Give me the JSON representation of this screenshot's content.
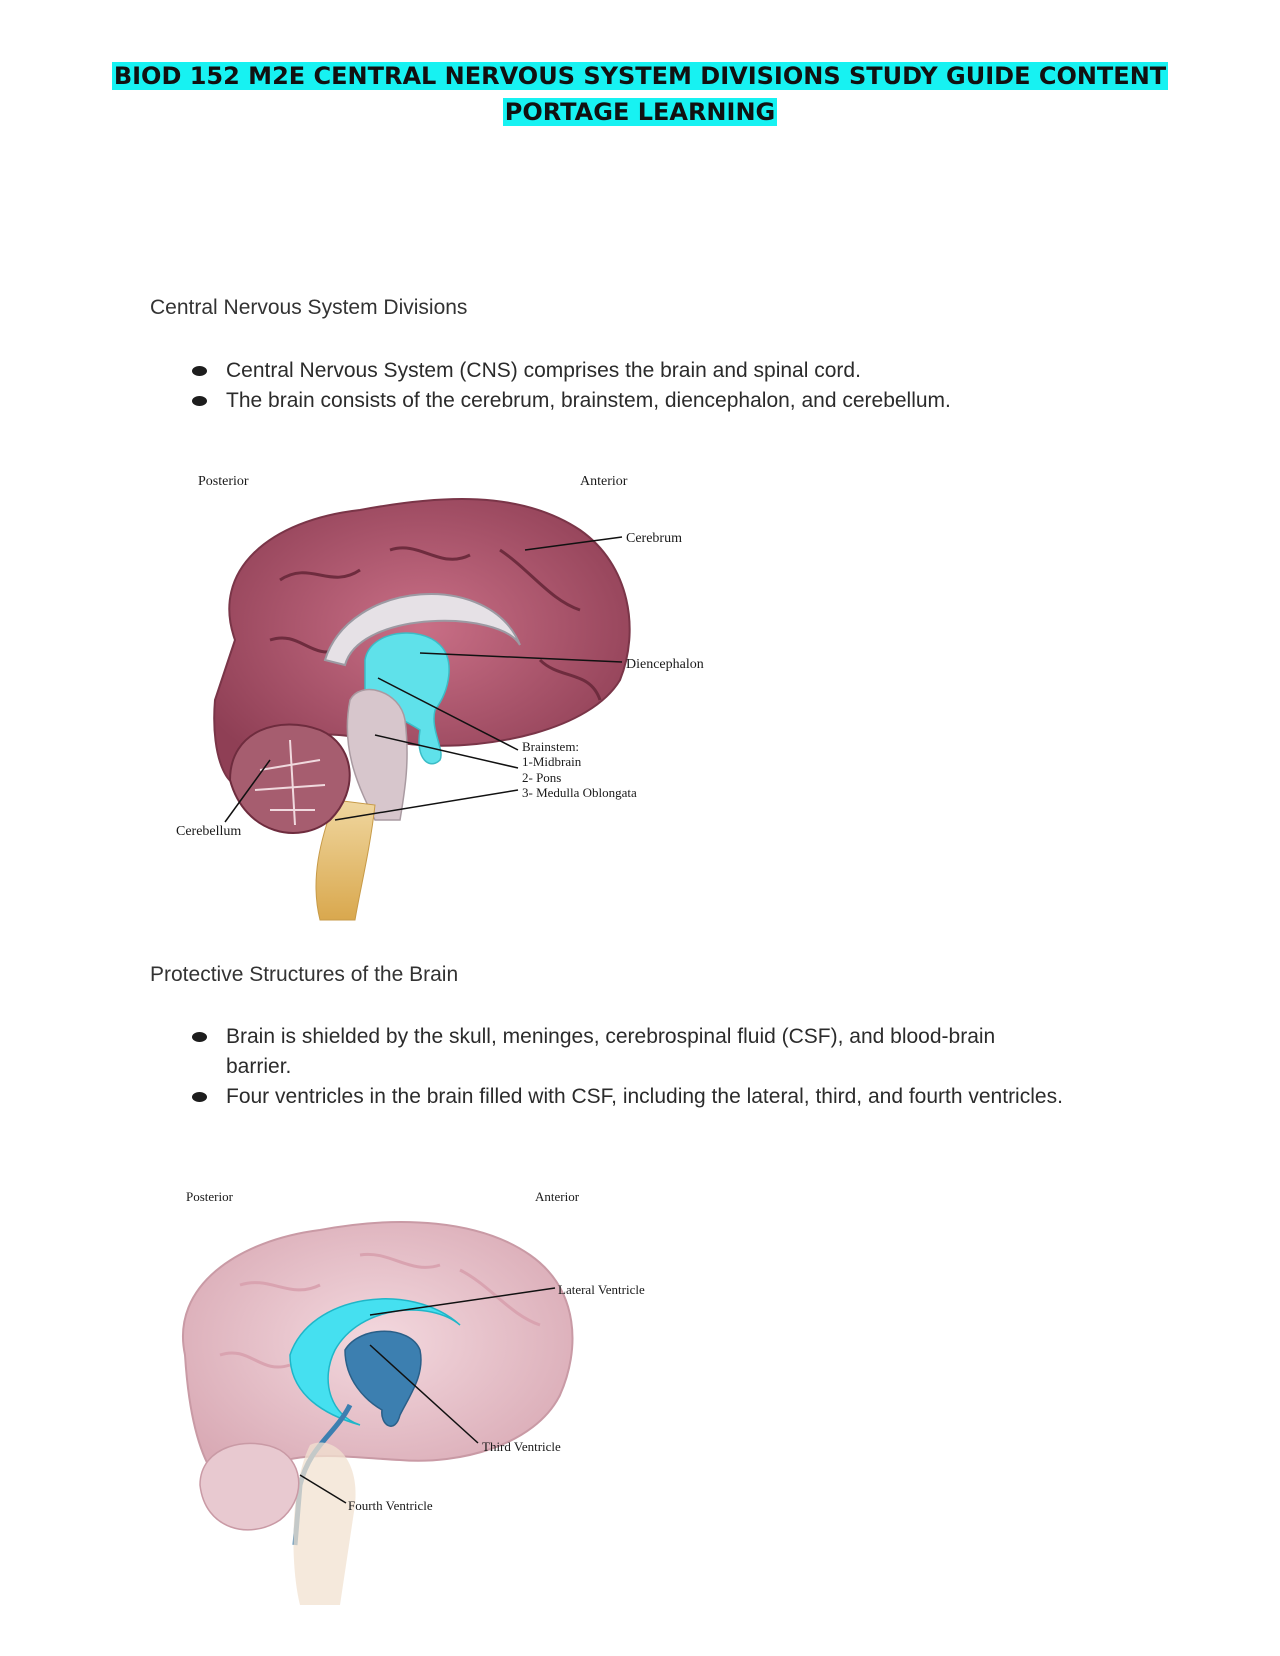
{
  "document": {
    "title_line1": "BIOD 152 M2E CENTRAL NERVOUS SYSTEM DIVISIONS STUDY GUIDE CONTENT",
    "title_line2": "PORTAGE LEARNING"
  },
  "section1": {
    "heading": "Central Nervous System Divisions",
    "bullets": [
      "Central Nervous System (CNS) comprises the brain and spinal cord.",
      "The brain consists of the cerebrum, brainstem, diencephalon, and cerebellum."
    ],
    "figure": {
      "posterior": "Posterior",
      "anterior": "Anterior",
      "cerebrum": "Cerebrum",
      "diencephalon": "Diencephalon",
      "brainstem": "Brainstem:",
      "midbrain": "1-Midbrain",
      "pons": "2- Pons",
      "medulla": "3- Medulla Oblongata",
      "cerebellum": "Cerebellum"
    }
  },
  "section2": {
    "heading": "Protective Structures of the Brain",
    "bullets": [
      "Brain is shielded by the skull, meninges, cerebrospinal fluid (CSF), and blood-brain barrier.",
      "Four ventricles in the brain filled with CSF, including the lateral, third, and fourth ventricles."
    ],
    "figure": {
      "posterior": "Posterior",
      "anterior": "Anterior",
      "lateral": "Lateral Ventricle",
      "third": "Third Ventricle",
      "fourth": "Fourth Ventricle"
    }
  }
}
